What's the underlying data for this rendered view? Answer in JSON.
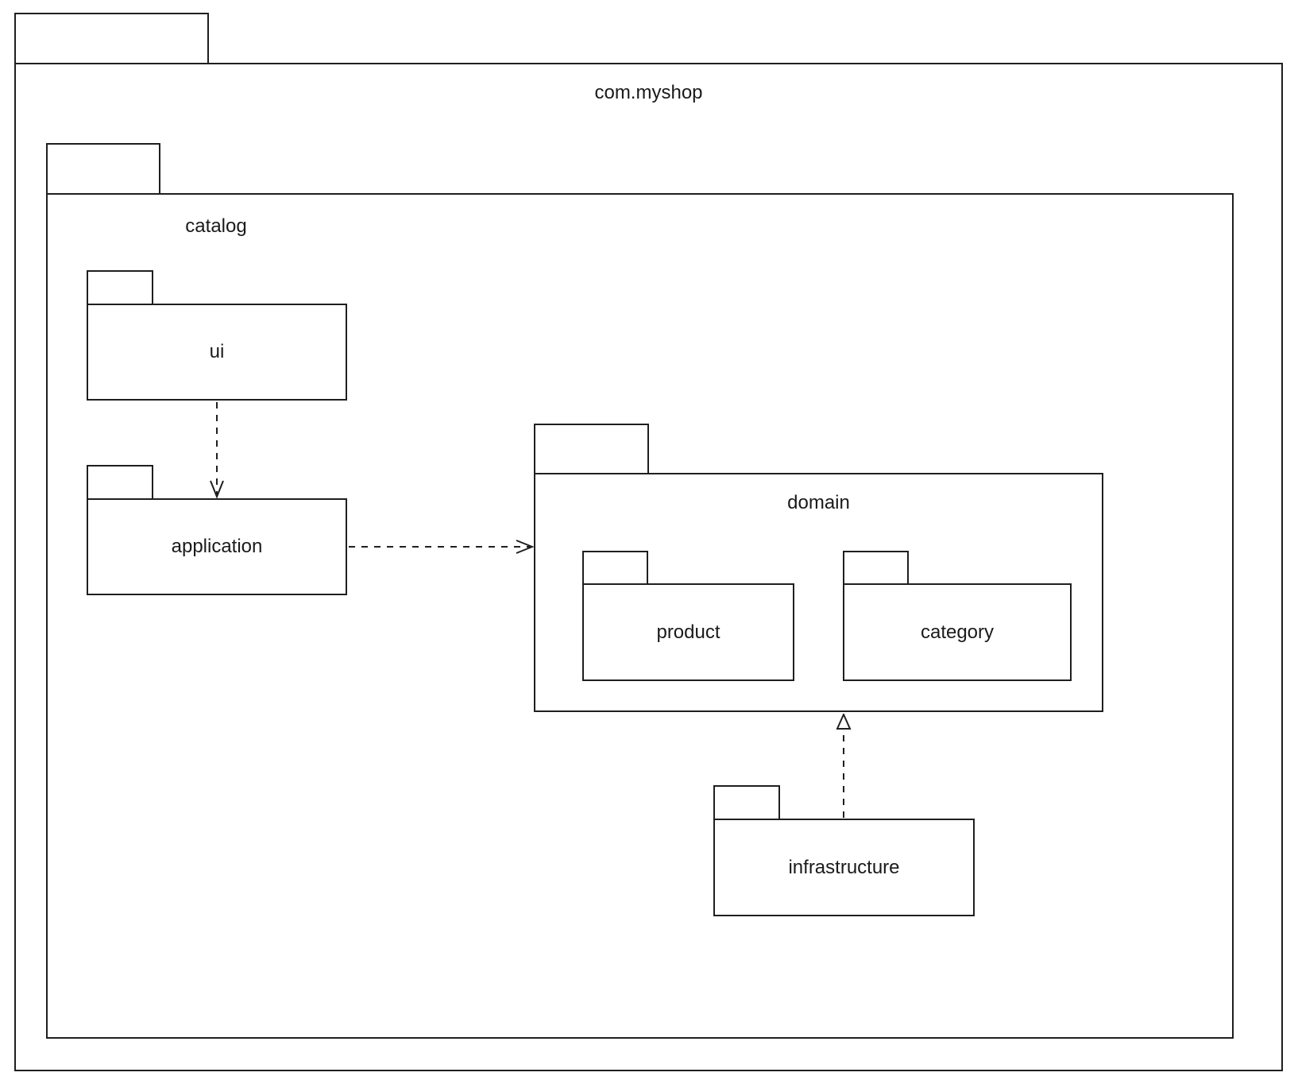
{
  "packages": {
    "root": {
      "label": "com.myshop"
    },
    "catalog": {
      "label": "catalog"
    },
    "ui": {
      "label": "ui"
    },
    "application": {
      "label": "application"
    },
    "domain": {
      "label": "domain"
    },
    "product": {
      "label": "product"
    },
    "category": {
      "label": "category"
    },
    "infrastructure": {
      "label": "infrastructure"
    }
  },
  "relations": [
    {
      "from": "ui",
      "to": "application",
      "kind": "dependency",
      "line": "dashed",
      "arrowhead": "open"
    },
    {
      "from": "application",
      "to": "domain",
      "kind": "dependency",
      "line": "dashed",
      "arrowhead": "open"
    },
    {
      "from": "infrastructure",
      "to": "domain",
      "kind": "realization",
      "line": "dashed",
      "arrowhead": "hollow-triangle"
    }
  ],
  "colors": {
    "stroke": "#1f1f1f",
    "background": "#ffffff",
    "text": "#1a1a1a"
  }
}
